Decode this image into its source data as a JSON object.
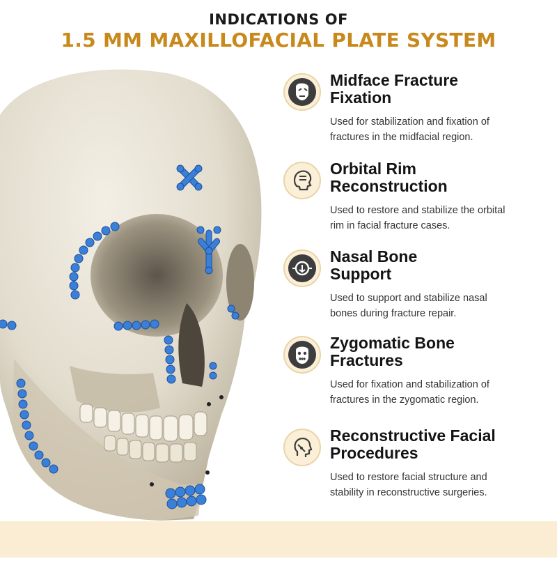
{
  "header": {
    "line1": "INDICATIONS OF",
    "line2": "1.5 MM MAXILLOFACIAL PLATE SYSTEM"
  },
  "colors": {
    "accent": "#c8891c",
    "bottom_band": "#fbedd3",
    "plate_blue": "#3a7fd8",
    "icon_bg": "#fbefd8"
  },
  "indications": [
    {
      "icon": "midface-fracture-icon",
      "title_line1": "Midface Fracture",
      "title_line2": "Fixation",
      "desc_line1": "Used for stabilization and fixation of",
      "desc_line2": "fractures in the midfacial region."
    },
    {
      "icon": "orbital-rim-icon",
      "title_line1": "Orbital Rim",
      "title_line2": "Reconstruction",
      "desc_line1": "Used to restore and stabilize the orbital",
      "desc_line2": "rim in facial fracture cases."
    },
    {
      "icon": "nasal-bone-icon",
      "title_line1": "Nasal Bone",
      "title_line2": "Support",
      "desc_line1": "Used to support and stabilize nasal",
      "desc_line2": "bones during fracture repair."
    },
    {
      "icon": "zygomatic-bone-icon",
      "title_line1": "Zygomatic Bone",
      "title_line2": "Fractures",
      "desc_line1": "Used for fixation and stabilization of",
      "desc_line2": "fractures in the zygomatic region."
    },
    {
      "icon": "facial-reconstruction-icon",
      "title_line1": "Reconstructive Facial",
      "title_line2": "Procedures",
      "desc_line1": "Used to restore facial structure and",
      "desc_line2": "stability in reconstructive surgeries."
    }
  ]
}
